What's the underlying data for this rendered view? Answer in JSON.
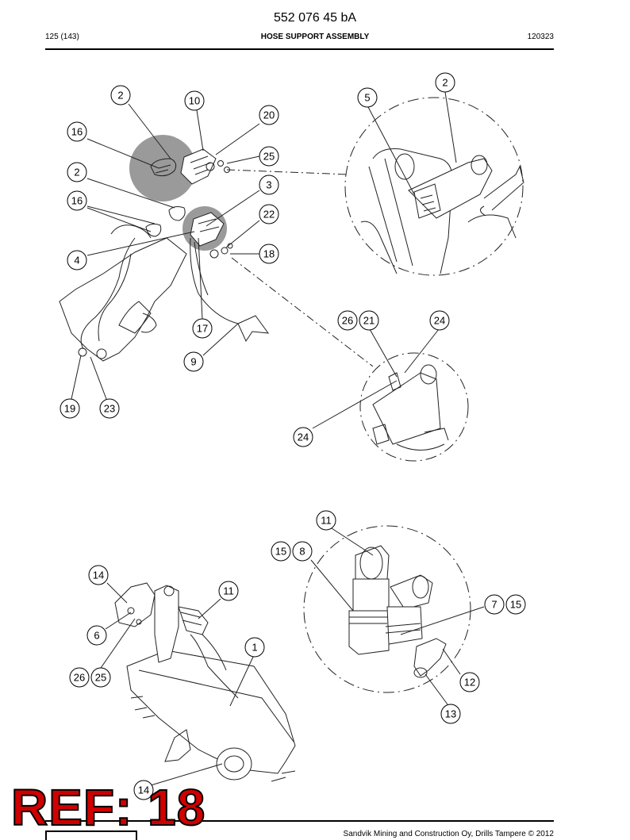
{
  "header": {
    "doc_number": "552 076 45 bA",
    "page_counter": "125 (143)",
    "section_title": "HOSE SUPPORT ASSEMBLY",
    "doc_date": "120323"
  },
  "footer": {
    "text": "Sandvik Mining and Construction Oy, Drills Tampere © 2012"
  },
  "stamp": {
    "text": "REF: 18",
    "color": "#d00000"
  },
  "callouts": {
    "c2a": "2",
    "c10": "10",
    "c20": "20",
    "c16a": "16",
    "c25a": "25",
    "c2b": "2",
    "c3": "3",
    "c16b": "16",
    "c22": "22",
    "c4": "4",
    "c18": "18",
    "c17": "17",
    "c9": "9",
    "c19": "19",
    "c23": "23",
    "c5": "5",
    "c2c": "2",
    "c26a": "26",
    "c21": "21",
    "c24a": "24",
    "c24b": "24",
    "c11a": "11",
    "c15a": "15",
    "c8": "8",
    "c7": "7",
    "c15b": "15",
    "c12": "12",
    "c13": "13",
    "c14a": "14",
    "c11b": "11",
    "c6": "6",
    "c1": "1",
    "c26b": "26",
    "c25b": "25",
    "c14b": "14"
  }
}
